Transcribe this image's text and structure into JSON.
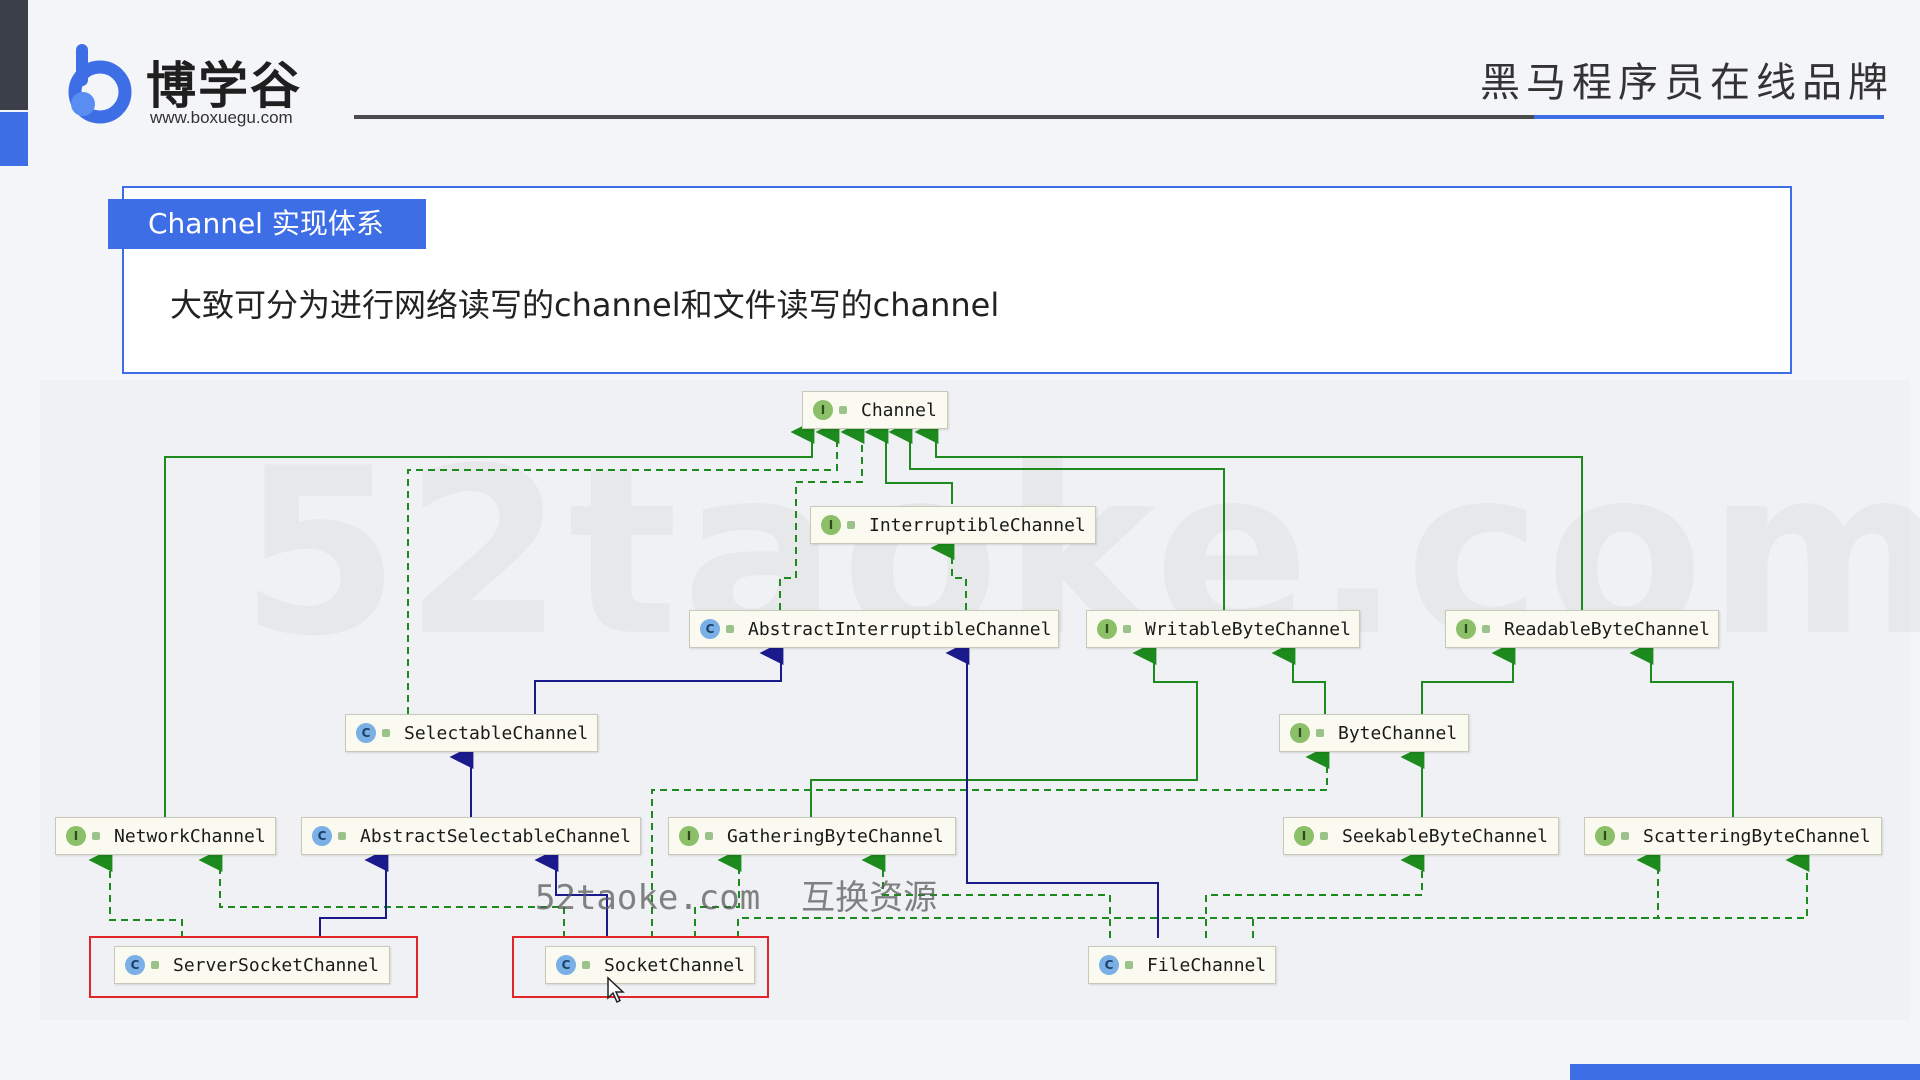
{
  "header": {
    "logo_name": "博学谷",
    "logo_url": "www.boxuegu.com",
    "brand_slogan": "黑马程序员在线品牌"
  },
  "card": {
    "title": "Channel 实现体系",
    "text": "大致可分为进行网络读写的channel和文件读写的channel"
  },
  "watermarks": {
    "big": "52taoke.com",
    "site": "52taoke.com",
    "site_cn": "互换资源"
  },
  "colors": {
    "accent": "#3e6ee6",
    "highlight": "#e0262a",
    "interface_edge": "#1c8a1c",
    "class_edge": "#1a1a8c"
  },
  "diagram": {
    "nodes": [
      {
        "id": "channel",
        "kind": "interface",
        "badge": "I",
        "label": "Channel"
      },
      {
        "id": "interruptible",
        "kind": "interface",
        "badge": "I",
        "label": "InterruptibleChannel"
      },
      {
        "id": "abstractInterruptible",
        "kind": "class",
        "badge": "C",
        "label": "AbstractInterruptibleChannel"
      },
      {
        "id": "writable",
        "kind": "interface",
        "badge": "I",
        "label": "WritableByteChannel"
      },
      {
        "id": "readable",
        "kind": "interface",
        "badge": "I",
        "label": "ReadableByteChannel"
      },
      {
        "id": "selectable",
        "kind": "class",
        "badge": "C",
        "label": "SelectableChannel"
      },
      {
        "id": "bytech",
        "kind": "interface",
        "badge": "I",
        "label": "ByteChannel"
      },
      {
        "id": "network",
        "kind": "interface",
        "badge": "I",
        "label": "NetworkChannel"
      },
      {
        "id": "abstractSelectable",
        "kind": "class",
        "badge": "C",
        "label": "AbstractSelectableChannel"
      },
      {
        "id": "gathering",
        "kind": "interface",
        "badge": "I",
        "label": "GatheringByteChannel"
      },
      {
        "id": "seekable",
        "kind": "interface",
        "badge": "I",
        "label": "SeekableByteChannel"
      },
      {
        "id": "scattering",
        "kind": "interface",
        "badge": "I",
        "label": "ScatteringByteChannel"
      },
      {
        "id": "serverSocket",
        "kind": "class",
        "badge": "C",
        "label": "ServerSocketChannel",
        "highlighted": true
      },
      {
        "id": "socket",
        "kind": "class",
        "badge": "C",
        "label": "SocketChannel",
        "highlighted": true
      },
      {
        "id": "file",
        "kind": "class",
        "badge": "C",
        "label": "FileChannel"
      }
    ],
    "edges": [
      {
        "from": "interruptible",
        "to": "channel",
        "type": "extends"
      },
      {
        "from": "writable",
        "to": "channel",
        "type": "extends"
      },
      {
        "from": "readable",
        "to": "channel",
        "type": "extends"
      },
      {
        "from": "network",
        "to": "channel",
        "type": "extends"
      },
      {
        "from": "abstractInterruptible",
        "to": "channel",
        "type": "implements"
      },
      {
        "from": "selectable",
        "to": "channel",
        "type": "implements"
      },
      {
        "from": "abstractInterruptible",
        "to": "interruptible",
        "type": "implements"
      },
      {
        "from": "selectable",
        "to": "abstractInterruptible",
        "type": "class-extends"
      },
      {
        "from": "abstractSelectable",
        "to": "selectable",
        "type": "class-extends"
      },
      {
        "from": "file",
        "to": "abstractInterruptible",
        "type": "class-extends"
      },
      {
        "from": "serverSocket",
        "to": "abstractSelectable",
        "type": "class-extends"
      },
      {
        "from": "socket",
        "to": "abstractSelectable",
        "type": "class-extends"
      },
      {
        "from": "gathering",
        "to": "writable",
        "type": "extends"
      },
      {
        "from": "bytech",
        "to": "writable",
        "type": "extends"
      },
      {
        "from": "bytech",
        "to": "readable",
        "type": "extends"
      },
      {
        "from": "scattering",
        "to": "readable",
        "type": "extends"
      },
      {
        "from": "seekable",
        "to": "bytech",
        "type": "extends"
      },
      {
        "from": "serverSocket",
        "to": "network",
        "type": "implements"
      },
      {
        "from": "socket",
        "to": "network",
        "type": "implements"
      },
      {
        "from": "socket",
        "to": "gathering",
        "type": "implements"
      },
      {
        "from": "socket",
        "to": "bytech",
        "type": "implements"
      },
      {
        "from": "socket",
        "to": "scattering",
        "type": "implements"
      },
      {
        "from": "file",
        "to": "gathering",
        "type": "implements"
      },
      {
        "from": "file",
        "to": "seekable",
        "type": "implements"
      },
      {
        "from": "file",
        "to": "scattering",
        "type": "implements"
      }
    ]
  }
}
